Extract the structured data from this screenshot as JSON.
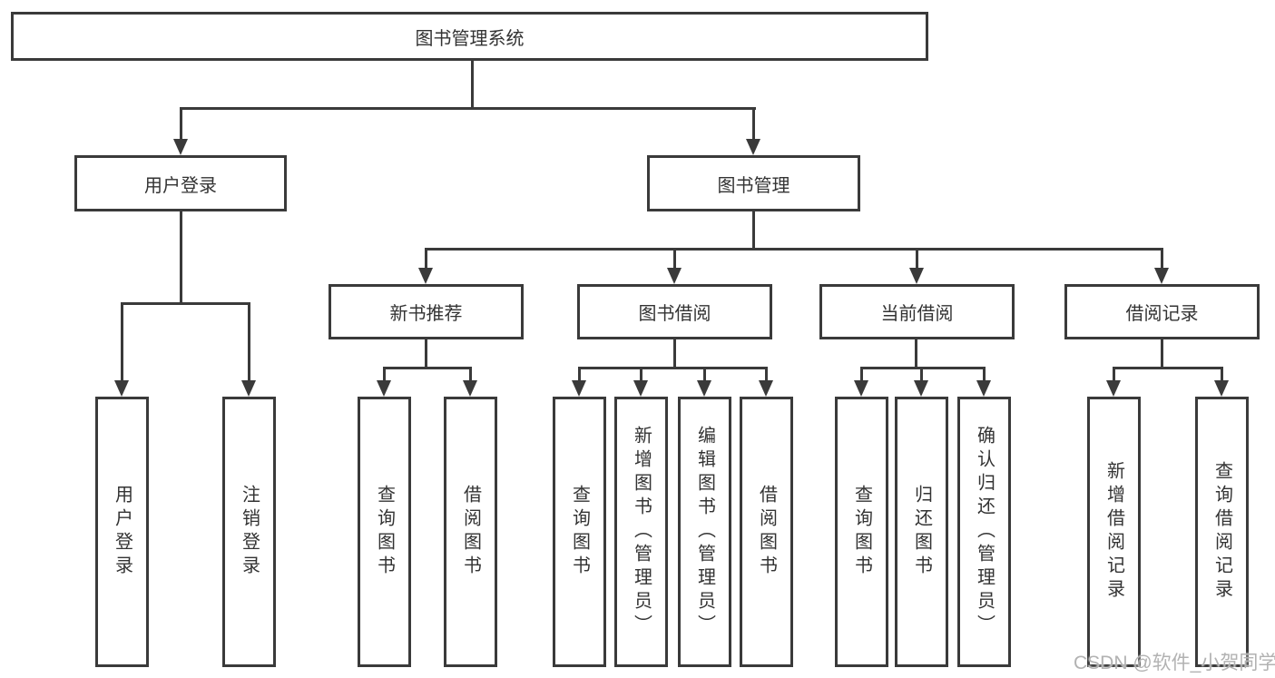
{
  "diagram_type": "hierarchy-chart",
  "colors": {
    "line": "#3a3a3a",
    "text": "#333333",
    "background": "#ffffff",
    "watermark": "#b2b2b2"
  },
  "tree": {
    "root": {
      "label": "图书管理系统"
    },
    "branches": [
      {
        "label": "用户登录",
        "children": [
          {
            "label": "用户登录"
          },
          {
            "label": "注销登录"
          }
        ]
      },
      {
        "label": "图书管理",
        "children": [
          {
            "label": "新书推荐",
            "children": [
              {
                "label": "查询图书"
              },
              {
                "label": "借阅图书"
              }
            ]
          },
          {
            "label": "图书借阅",
            "children": [
              {
                "label": "查询图书"
              },
              {
                "label": "新增图书（管理员）"
              },
              {
                "label": "编辑图书（管理员）"
              },
              {
                "label": "借阅图书"
              }
            ]
          },
          {
            "label": "当前借阅",
            "children": [
              {
                "label": "查询图书"
              },
              {
                "label": "归还图书"
              },
              {
                "label": "确认归还（管理员）"
              }
            ]
          },
          {
            "label": "借阅记录",
            "children": [
              {
                "label": "新增借阅记录"
              },
              {
                "label": "查询借阅记录"
              }
            ]
          }
        ]
      }
    ]
  },
  "watermark": "CSDN @软件_小贺同学"
}
